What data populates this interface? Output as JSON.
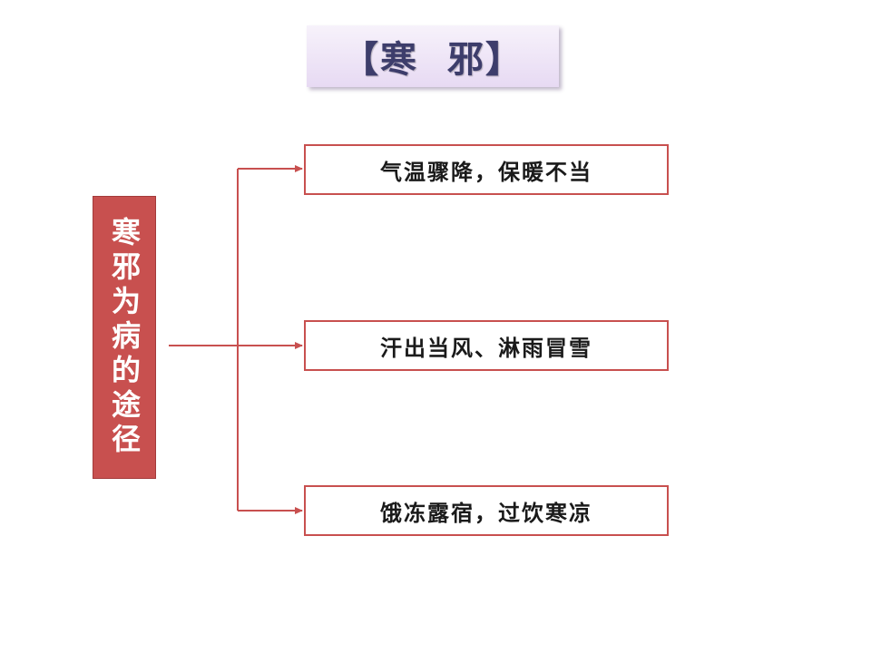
{
  "title": "【寒  邪】",
  "root": {
    "label": "寒邪为病的途径"
  },
  "branches": [
    {
      "label": "气温骤降，保暖不当"
    },
    {
      "label": "汗出当风、淋雨冒雪"
    },
    {
      "label": "饿冻露宿，过饮寒凉"
    }
  ],
  "colors": {
    "accent": "#c8504f",
    "title_text": "#3d3d6b",
    "title_bg": "#e7daf3"
  }
}
